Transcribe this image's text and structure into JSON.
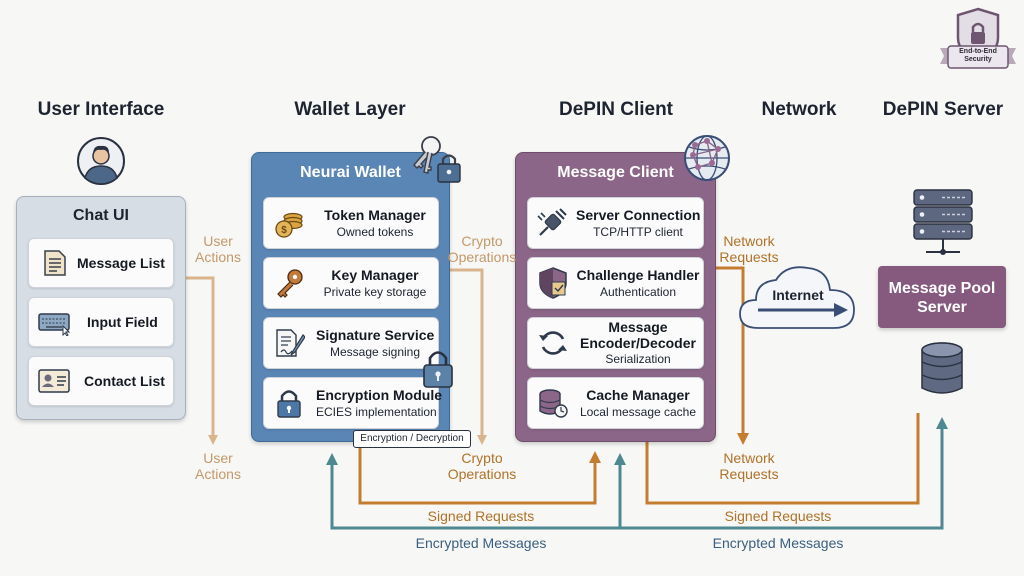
{
  "badge": {
    "text": "End-to-End Security",
    "icon": "shield-lock-icon"
  },
  "columns": {
    "user_interface": "User Interface",
    "wallet_layer": "Wallet Layer",
    "depin_client": "DePIN Client",
    "network": "Network",
    "depin_server": "DePIN Server"
  },
  "chat_ui": {
    "title": "Chat UI",
    "items": [
      {
        "label": "Message List",
        "icon": "document-icon"
      },
      {
        "label": "Input Field",
        "icon": "keyboard-icon"
      },
      {
        "label": "Contact List",
        "icon": "contact-card-icon"
      }
    ]
  },
  "wallet": {
    "title": "Neurai Wallet",
    "items": [
      {
        "title": "Token Manager",
        "subtitle": "Owned tokens",
        "icon": "coins-icon"
      },
      {
        "title": "Key Manager",
        "subtitle": "Private key storage",
        "icon": "key-icon"
      },
      {
        "title": "Signature Service",
        "subtitle": "Message signing",
        "icon": "signature-icon"
      },
      {
        "title": "Encryption Module",
        "subtitle": "ECIES implementation",
        "icon": "padlock-icon"
      }
    ],
    "tag": "Encryption / Decryption"
  },
  "client": {
    "title": "Message Client",
    "items": [
      {
        "title": "Server Connection",
        "subtitle": "TCP/HTTP client",
        "icon": "plug-icon"
      },
      {
        "title": "Challenge Handler",
        "subtitle": "Authentication",
        "icon": "shield-check-icon"
      },
      {
        "title": "Message Encoder/Decoder",
        "title_line1": "Message",
        "title_line2": "Encoder/Decoder",
        "subtitle": "Serialization",
        "icon": "refresh-arrows-icon"
      },
      {
        "title": "Cache Manager",
        "subtitle": "Local message cache",
        "icon": "database-icon"
      }
    ]
  },
  "network": {
    "cloud_label": "Internet"
  },
  "server": {
    "box_line1": "Message Pool",
    "box_line2": "Server"
  },
  "labels": {
    "user_actions_line1": "User",
    "user_actions_line2": "Actions",
    "crypto_ops_line1": "Crypto",
    "crypto_ops_line2": "Operations",
    "network_requests_line1": "Network",
    "network_requests_line2": "Requests",
    "signed_requests": "Signed Requests",
    "encrypted_messages": "Encrypted Messages"
  },
  "colors": {
    "chat_panel": "#d6dde5",
    "wallet_panel": "#5a86b5",
    "client_panel": "#8c6688",
    "server_box": "#86597e",
    "orange_arrow": "#c47d30",
    "teal_arrow": "#4e8891",
    "tan_arrow": "#d9b48c"
  }
}
